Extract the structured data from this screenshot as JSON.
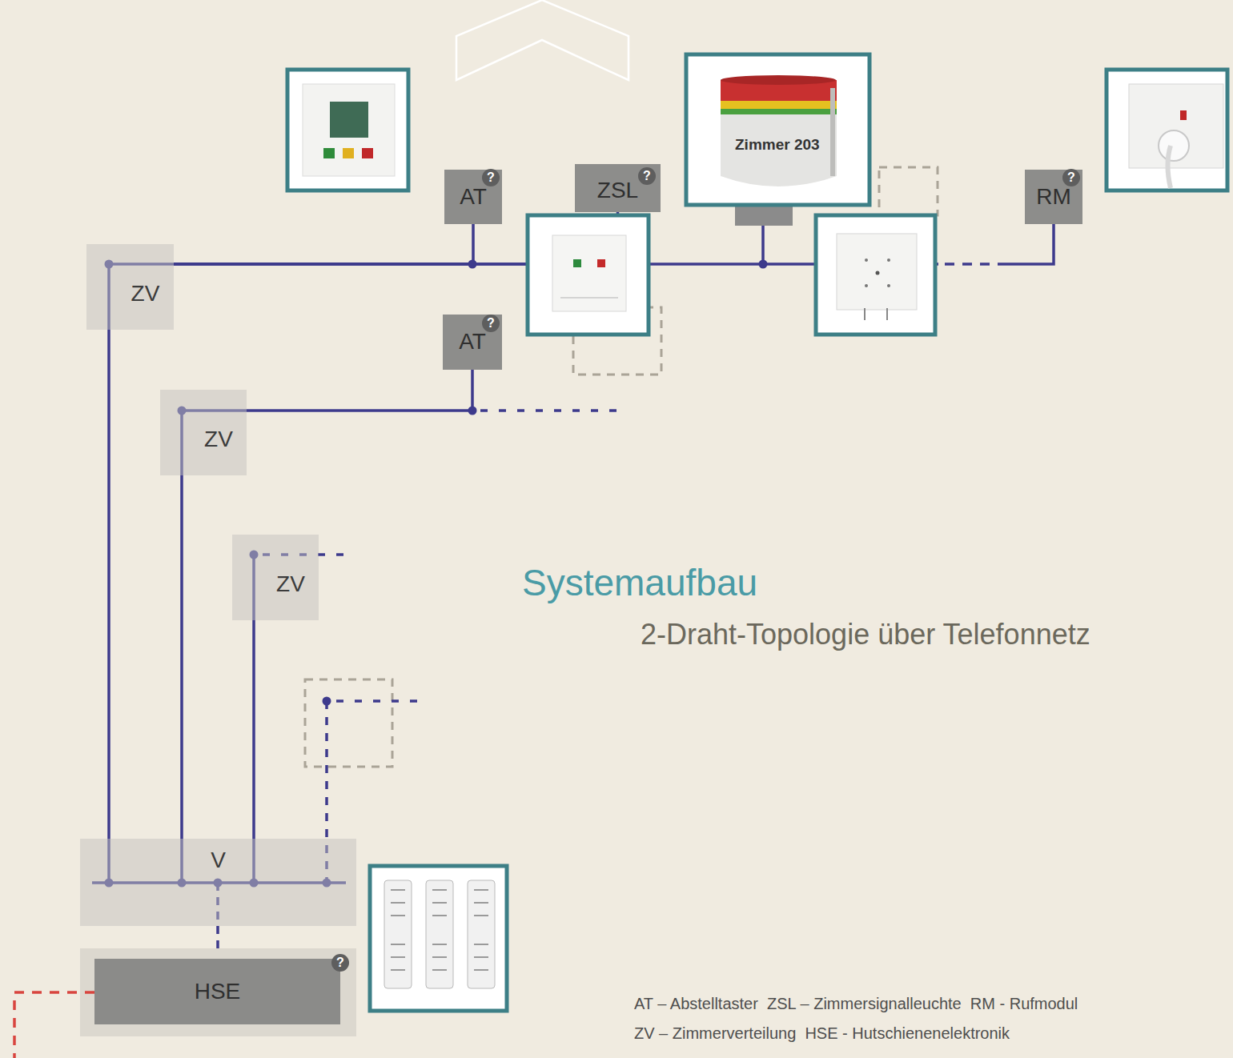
{
  "diagram": {
    "title": "Systemaufbau",
    "caption": "2-Draht-Topologie über Telefonnetz",
    "nodes": [
      {
        "text": [
          "AT"
        ]
      },
      {
        "text": [
          "ZSL"
        ]
      },
      {
        "text": [
          "RM"
        ]
      },
      {
        "text": [
          "ZV"
        ]
      },
      {
        "text": [
          "AT"
        ]
      },
      {
        "text": [
          "ZV"
        ]
      },
      {
        "text": [
          "ZV"
        ]
      },
      {
        "text": [
          "V"
        ]
      },
      {
        "text": [
          "HSE"
        ]
      }
    ],
    "edges": [
      {
        "from": 3,
        "to": 0,
        "arrow": "none"
      },
      {
        "from": 3,
        "to": 1,
        "arrow": "none"
      },
      {
        "from": 3,
        "to": 2,
        "arrow": "none"
      },
      {
        "from": 5,
        "to": 4,
        "arrow": "none"
      },
      {
        "from": 3,
        "to": 7,
        "arrow": "none"
      },
      {
        "from": 5,
        "to": 7,
        "arrow": "none"
      },
      {
        "from": 6,
        "to": 7,
        "arrow": "none"
      },
      {
        "from": 7,
        "to": 8,
        "arrow": "none"
      }
    ],
    "labels": [
      "Zimmer 203",
      "?",
      "?",
      "?",
      "?",
      "?",
      "AT – Abstelltaster  ZSL – Zimmersignalleuchte  RM - Rufmodul",
      "ZV – Zimmerverteilung  HSE - Hutschienenelektronik"
    ]
  }
}
